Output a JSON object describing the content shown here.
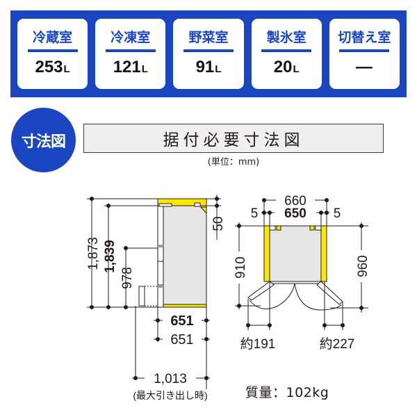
{
  "capacities": [
    {
      "name": "冷蔵室",
      "value": "253",
      "unit": "L"
    },
    {
      "name": "冷凍室",
      "value": "121",
      "unit": "L"
    },
    {
      "name": "野菜室",
      "value": "91",
      "unit": "L"
    },
    {
      "name": "製氷室",
      "value": "20",
      "unit": "L"
    },
    {
      "name": "切替え室",
      "value": "—",
      "unit": ""
    }
  ],
  "section": {
    "badge": "寸法図",
    "title": "据付必要寸法図",
    "unit_note": "(単位：mm)"
  },
  "side_view": {
    "height_total": "1,873",
    "height_body": "1,839",
    "handle_height": "978",
    "top_clearance": "50",
    "depth_bold": "651",
    "depth": "651",
    "max_open_depth": "1,013",
    "max_open_note": "(最大引き出し時)"
  },
  "top_view": {
    "width_total": "660",
    "width_body": "650",
    "side_gap_left": "5",
    "side_gap_right": "5",
    "depth_closed": "910",
    "depth_open": "960",
    "door_left_swing": "約191",
    "door_right_swing": "約227"
  },
  "mass": "質量：102kg",
  "colors": {
    "brand_blue": "#1a46c2",
    "clearance_yellow": "#ffe800",
    "body_gray": "#e6e6e6",
    "line": "#231815"
  }
}
